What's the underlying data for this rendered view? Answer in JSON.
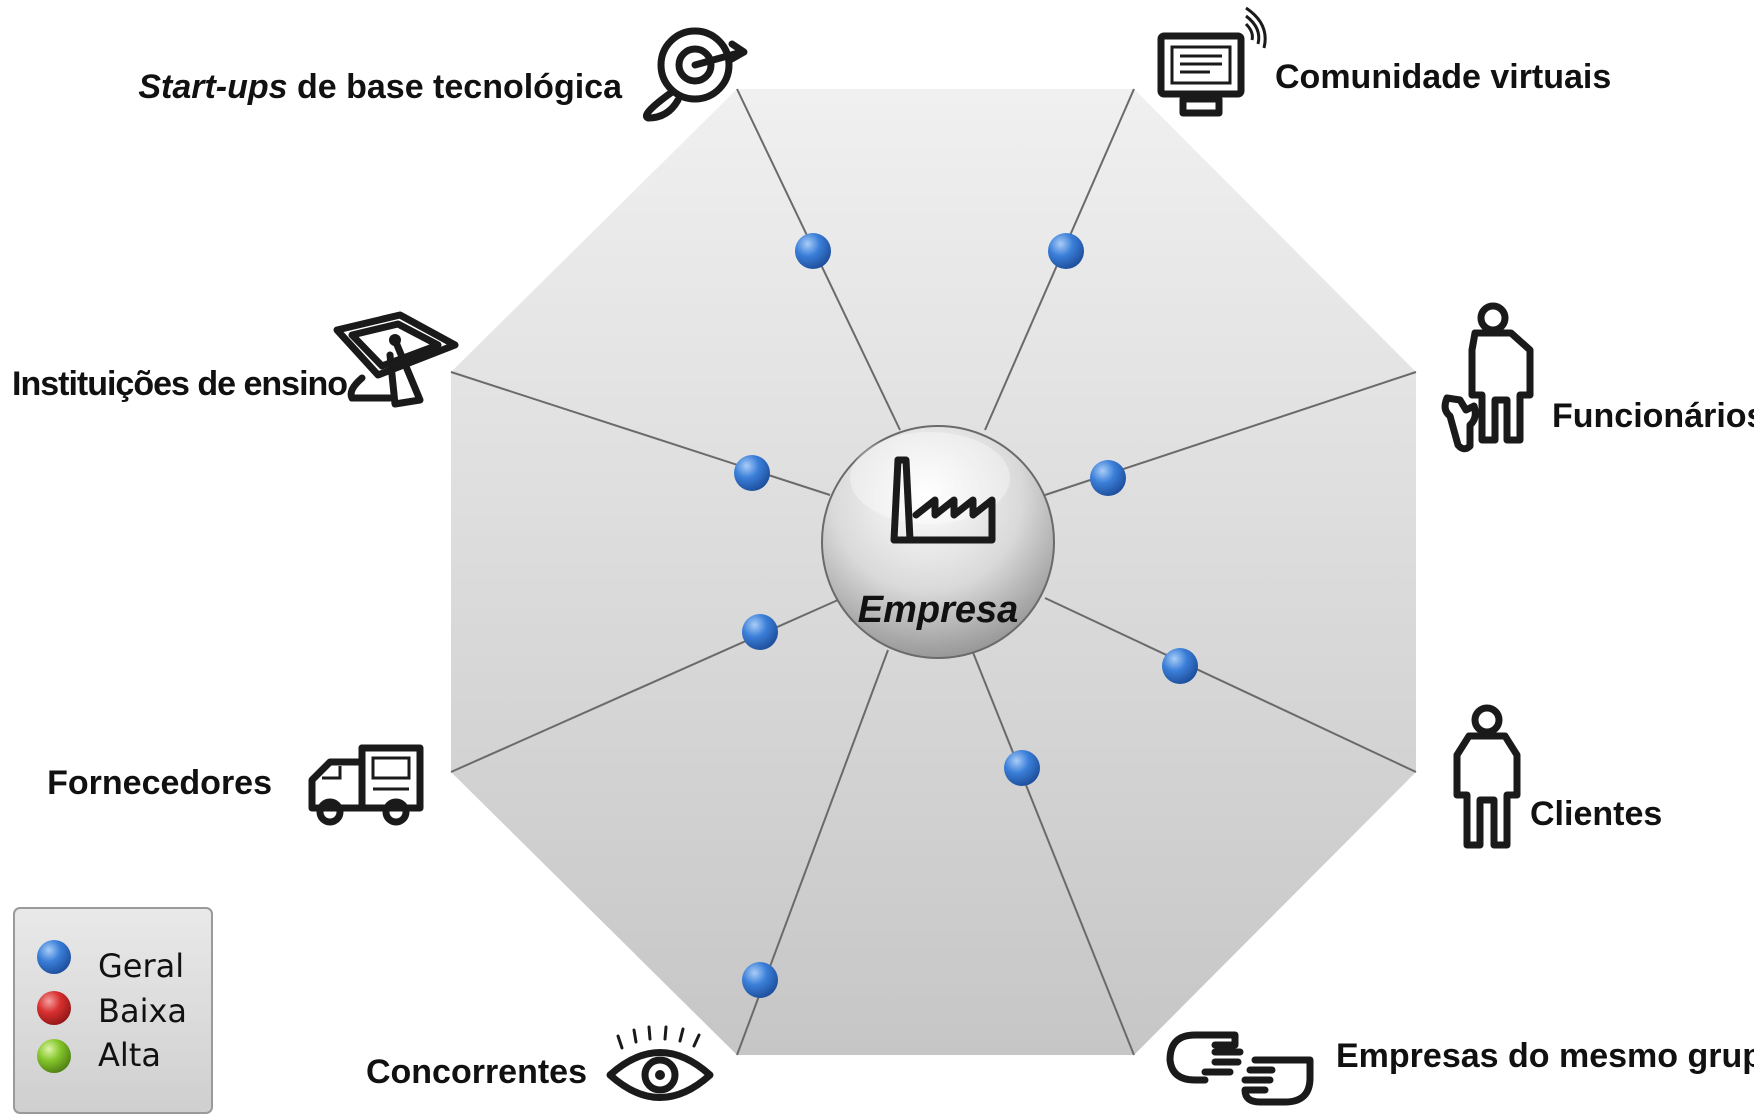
{
  "center": {
    "label": "Empresa",
    "icon": "factory-icon"
  },
  "stakeholders": [
    {
      "id": "startups",
      "label_italic": "Start-ups",
      "label_rest": " de base tecnológica",
      "icon": "target-dart-icon",
      "level": "geral"
    },
    {
      "id": "comunidade",
      "label": "Comunidade virtuais",
      "icon": "computer-wifi-icon",
      "level": "geral"
    },
    {
      "id": "funcionarios",
      "label": "Funcionários",
      "icon": "worker-wrench-icon",
      "level": "geral"
    },
    {
      "id": "clientes",
      "label": "Clientes",
      "icon": "person-icon",
      "level": "geral"
    },
    {
      "id": "empresas_grupo",
      "label": "Empresas do mesmo grupo",
      "icon": "handshake-icon",
      "level": "geral"
    },
    {
      "id": "concorrentes",
      "label": "Concorrentes",
      "icon": "eye-icon",
      "level": "geral"
    },
    {
      "id": "fornecedores",
      "label": "Fornecedores",
      "icon": "truck-icon",
      "level": "geral"
    },
    {
      "id": "instituicoes",
      "label": "Instituições de ensino",
      "icon": "graduation-cap-icon",
      "level": "geral"
    }
  ],
  "legend": {
    "items": [
      {
        "label": "Geral",
        "color": "#2f6fd0"
      },
      {
        "label": "Baixa",
        "color": "#d02828"
      },
      {
        "label": "Alta",
        "color": "#7cc026"
      }
    ]
  },
  "colors": {
    "octagon_top": "#efefef",
    "octagon_bottom": "#c8c8c8",
    "spoke": "#6a6a6a",
    "text": "#111111"
  }
}
